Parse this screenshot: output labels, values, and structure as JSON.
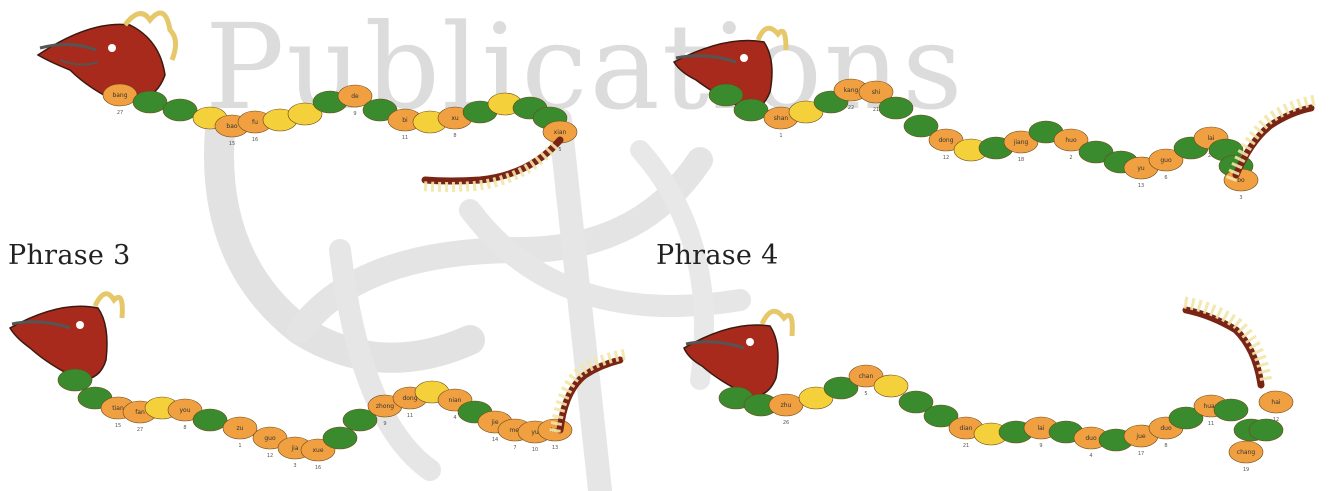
{
  "watermark": {
    "text": "Publications"
  },
  "colors": {
    "green": "#3a8a2e",
    "orange": "#f0a040",
    "yellow": "#f4d03a",
    "head": "#a82a1c",
    "tail": "#7a2416",
    "fringe": "#f2e6a8"
  },
  "phrases": [
    {
      "label": "",
      "segments": [
        {
          "c": "o",
          "t": "bang",
          "n": "27"
        },
        {
          "c": "g",
          "t": "",
          "n": ""
        },
        {
          "c": "g",
          "t": "",
          "n": ""
        },
        {
          "c": "y",
          "t": "",
          "n": ""
        },
        {
          "c": "o",
          "t": "bao",
          "n": "15"
        },
        {
          "c": "o",
          "t": "fu",
          "n": "16"
        },
        {
          "c": "y",
          "t": "",
          "n": ""
        },
        {
          "c": "y",
          "t": "",
          "n": ""
        },
        {
          "c": "g",
          "t": "",
          "n": ""
        },
        {
          "c": "o",
          "t": "de",
          "n": "9"
        },
        {
          "c": "g",
          "t": "",
          "n": ""
        },
        {
          "c": "o",
          "t": "bi",
          "n": "11"
        },
        {
          "c": "y",
          "t": "",
          "n": ""
        },
        {
          "c": "o",
          "t": "xu",
          "n": "8"
        },
        {
          "c": "g",
          "t": "",
          "n": ""
        },
        {
          "c": "y",
          "t": "",
          "n": ""
        },
        {
          "c": "g",
          "t": "",
          "n": ""
        },
        {
          "c": "g",
          "t": "",
          "n": ""
        },
        {
          "c": "o",
          "t": "xian",
          "n": "5"
        }
      ]
    },
    {
      "label": "",
      "segments": [
        {
          "c": "g",
          "t": "",
          "n": ""
        },
        {
          "c": "g",
          "t": "",
          "n": ""
        },
        {
          "c": "o",
          "t": "shan",
          "n": "1"
        },
        {
          "c": "y",
          "t": "",
          "n": ""
        },
        {
          "c": "g",
          "t": "",
          "n": ""
        },
        {
          "c": "o",
          "t": "kang",
          "n": "22"
        },
        {
          "c": "o",
          "t": "shi",
          "n": "21"
        },
        {
          "c": "g",
          "t": "",
          "n": ""
        },
        {
          "c": "g",
          "t": "",
          "n": ""
        },
        {
          "c": "o",
          "t": "dong",
          "n": "12"
        },
        {
          "c": "y",
          "t": "",
          "n": ""
        },
        {
          "c": "g",
          "t": "",
          "n": ""
        },
        {
          "c": "o",
          "t": "jiang",
          "n": "18"
        },
        {
          "c": "g",
          "t": "",
          "n": ""
        },
        {
          "c": "o",
          "t": "huo",
          "n": "2"
        },
        {
          "c": "g",
          "t": "",
          "n": ""
        },
        {
          "c": "g",
          "t": "",
          "n": ""
        },
        {
          "c": "o",
          "t": "yu",
          "n": "13"
        },
        {
          "c": "o",
          "t": "guo",
          "n": "6"
        },
        {
          "c": "g",
          "t": "",
          "n": ""
        },
        {
          "c": "o",
          "t": "lai",
          "n": "20"
        },
        {
          "c": "g",
          "t": "",
          "n": ""
        },
        {
          "c": "g",
          "t": "",
          "n": ""
        },
        {
          "c": "o",
          "t": "bo",
          "n": "3"
        }
      ]
    },
    {
      "label": "Phrase 3",
      "segments": [
        {
          "c": "g",
          "t": "",
          "n": ""
        },
        {
          "c": "g",
          "t": "",
          "n": ""
        },
        {
          "c": "o",
          "t": "tian",
          "n": "15"
        },
        {
          "c": "o",
          "t": "fan",
          "n": "27"
        },
        {
          "c": "y",
          "t": "",
          "n": ""
        },
        {
          "c": "o",
          "t": "you",
          "n": "8"
        },
        {
          "c": "g",
          "t": "",
          "n": ""
        },
        {
          "c": "o",
          "t": "zu",
          "n": "1"
        },
        {
          "c": "o",
          "t": "guo",
          "n": "12"
        },
        {
          "c": "o",
          "t": "jia",
          "n": "3"
        },
        {
          "c": "o",
          "t": "xue",
          "n": "16"
        },
        {
          "c": "g",
          "t": "",
          "n": ""
        },
        {
          "c": "g",
          "t": "",
          "n": ""
        },
        {
          "c": "o",
          "t": "zhong",
          "n": "9"
        },
        {
          "c": "o",
          "t": "dong",
          "n": "11"
        },
        {
          "c": "y",
          "t": "",
          "n": ""
        },
        {
          "c": "o",
          "t": "nian",
          "n": "4"
        },
        {
          "c": "g",
          "t": "",
          "n": ""
        },
        {
          "c": "o",
          "t": "jie",
          "n": "14"
        },
        {
          "c": "o",
          "t": "mei",
          "n": "7"
        },
        {
          "c": "o",
          "t": "yu",
          "n": "10"
        },
        {
          "c": "o",
          "t": "hai",
          "n": "13"
        }
      ]
    },
    {
      "label": "Phrase 4",
      "segments": [
        {
          "c": "g",
          "t": "",
          "n": ""
        },
        {
          "c": "g",
          "t": "",
          "n": ""
        },
        {
          "c": "o",
          "t": "zhu",
          "n": "26"
        },
        {
          "c": "y",
          "t": "",
          "n": ""
        },
        {
          "c": "g",
          "t": "",
          "n": ""
        },
        {
          "c": "o",
          "t": "chan",
          "n": "5"
        },
        {
          "c": "y",
          "t": "",
          "n": ""
        },
        {
          "c": "g",
          "t": "",
          "n": ""
        },
        {
          "c": "g",
          "t": "",
          "n": ""
        },
        {
          "c": "o",
          "t": "dian",
          "n": "21"
        },
        {
          "c": "y",
          "t": "",
          "n": ""
        },
        {
          "c": "g",
          "t": "",
          "n": ""
        },
        {
          "c": "o",
          "t": "lai",
          "n": "9"
        },
        {
          "c": "g",
          "t": "",
          "n": ""
        },
        {
          "c": "o",
          "t": "duo",
          "n": "4"
        },
        {
          "c": "g",
          "t": "",
          "n": ""
        },
        {
          "c": "o",
          "t": "jue",
          "n": "17"
        },
        {
          "c": "o",
          "t": "duo",
          "n": "8"
        },
        {
          "c": "g",
          "t": "",
          "n": ""
        },
        {
          "c": "o",
          "t": "huan",
          "n": "11"
        },
        {
          "c": "g",
          "t": "",
          "n": ""
        },
        {
          "c": "g",
          "t": "",
          "n": ""
        },
        {
          "c": "o",
          "t": "chang",
          "n": "19"
        },
        {
          "c": "g",
          "t": "",
          "n": ""
        },
        {
          "c": "o",
          "t": "hai",
          "n": "12"
        }
      ]
    }
  ]
}
